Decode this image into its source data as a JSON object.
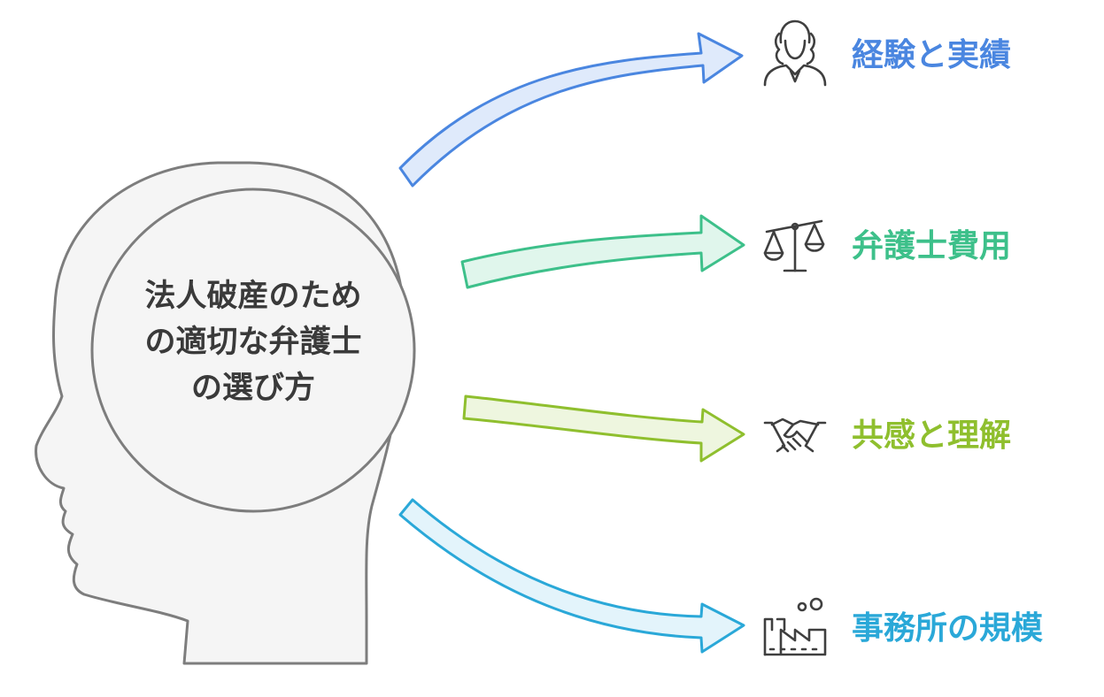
{
  "center": {
    "lines": [
      "法人破産のため",
      "の適切な弁護士",
      "の選び方"
    ]
  },
  "factors": [
    {
      "label": "経験と実績",
      "icon": "lawyer-icon",
      "color": "#4a86e0"
    },
    {
      "label": "弁護士費用",
      "icon": "scales-icon",
      "color": "#3dc08a"
    },
    {
      "label": "共感と理解",
      "icon": "handshake-icon",
      "color": "#8fbf2e"
    },
    {
      "label": "事務所の規模",
      "icon": "factory-icon",
      "color": "#2aa8d8"
    }
  ],
  "colors": {
    "head_fill": "#f5f5f5",
    "head_stroke": "#7d7d7d",
    "text_dark": "#3a3a3a",
    "icon_stroke": "#3f3f3f"
  }
}
